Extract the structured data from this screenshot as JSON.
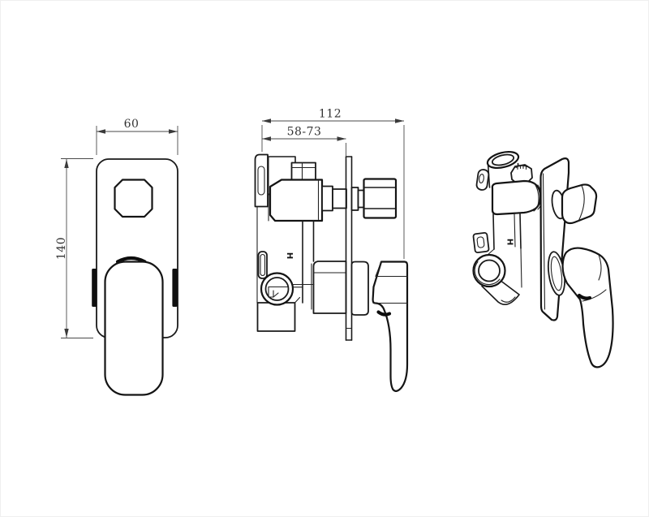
{
  "canvas": {
    "background": "#ffffff",
    "line_color": "#1a1a1a",
    "dimension_color": "#444444"
  },
  "front_view": {
    "width_dim": "60",
    "height_dim": "140"
  },
  "side_view": {
    "depth_dim": "112",
    "rough_in_dim": "58-73",
    "hot_mark": "H"
  },
  "iso_view": {
    "hot_mark": "H"
  }
}
